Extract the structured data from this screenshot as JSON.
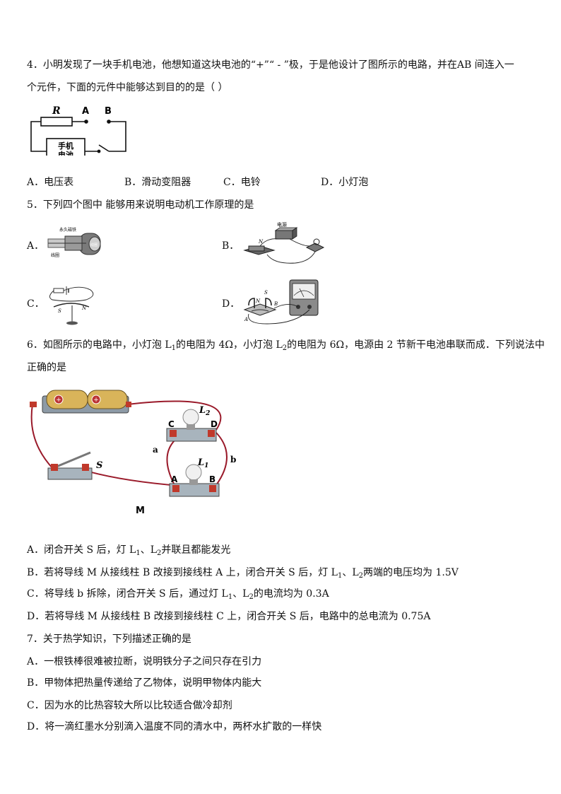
{
  "q4": {
    "line1": "4．小明发现了一块手机电池，他想知道这块电池的“+”“ - ”极，于是他设计了图所示的电路，并在AB 间连入一",
    "line2": "个元件，下面的元件中能够达到目的的是（    ）",
    "figure": {
      "R": "R",
      "A": "A",
      "B": "B",
      "battery_line1": "手机",
      "battery_line2": "电池"
    },
    "options": [
      "A．电压表",
      "B．滑动变阻器",
      "C．电铃",
      "D．小灯泡"
    ]
  },
  "q5": {
    "stem": "5．下列四个图中 能够用来说明电动机工作原理的是",
    "option_letters": [
      "A．",
      "B．",
      "C．",
      "D．"
    ],
    "figA": {
      "label_top": "永久磁铁",
      "label_right": "线圈",
      "label_bottom": "线圈"
    },
    "figB": {
      "label": "电源",
      "n": "N"
    },
    "figC": {
      "s": "S",
      "n": "N"
    },
    "figD": {
      "n": "N",
      "s": "S",
      "a": "A",
      "b": "B"
    }
  },
  "q6": {
    "line1_a": "6．如图所示的电路中，小灯泡 L",
    "line1_sub1": "1",
    "line1_b": "的电阻为 4Ω，小灯泡 L",
    "line1_sub2": "2",
    "line1_c": "的电阻为 6Ω，电源由 2 节新干电池串联而成．下列说法中",
    "line2": "正确的是",
    "figure": {
      "L2": "L",
      "L2sub": "2",
      "L1": "L",
      "L1sub": "1",
      "C": "C",
      "D": "D",
      "A": "A",
      "B": "B",
      "a": "a",
      "b": "b",
      "S": "S",
      "M": "M"
    },
    "optA": [
      "A．闭合开关 S 后，灯 L",
      "1",
      "、L",
      "2",
      "并联且都能发光"
    ],
    "optB": [
      "B．若将导线 M 从接线柱 B 改接到接线柱 A 上，闭合开关 S 后，灯 L",
      "1",
      "、L",
      "2",
      "两端的电压均为 1.5V"
    ],
    "optC": [
      "C．将导线 b 拆除，闭合开关 S 后，通过灯 L",
      "1",
      "、L",
      "2",
      "的电流均为 0.3A"
    ],
    "optD": "D．若将导线 M 从接线柱 B 改接到接线柱 C 上，闭合开关 S 后，电路中的总电流为 0.75A"
  },
  "q7": {
    "stem": "7．关于热学知识，下列描述正确的是",
    "options": [
      "A．一根铁棒很难被拉断，说明铁分子之间只存在引力",
      "B．甲物体把热量传递给了乙物体，说明甲物体内能大",
      "C．因为水的比热容较大所以比较适合做冷却剂",
      "D．将一滴红墨水分别滴入温度不同的清水中，两杯水扩散的一样快"
    ]
  }
}
